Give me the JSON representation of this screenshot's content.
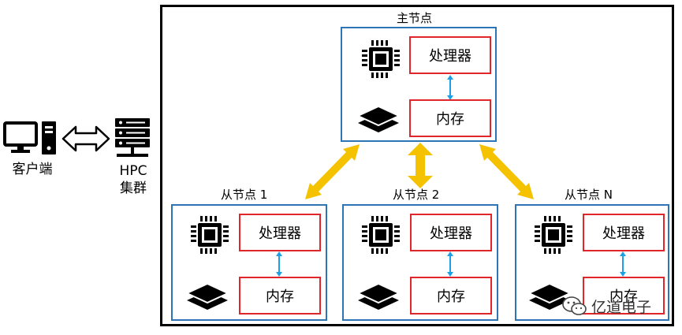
{
  "client": {
    "label": "客户端"
  },
  "hpc": {
    "line1": "HPC",
    "line2": "集群"
  },
  "master": {
    "title": "主节点",
    "processor": "处理器",
    "memory": "内存"
  },
  "slaves": [
    {
      "title": "从节点 1",
      "processor": "处理器",
      "memory": "内存"
    },
    {
      "title": "从节点 2",
      "processor": "处理器",
      "memory": "内存"
    },
    {
      "title": "从节点 N",
      "processor": "处理器",
      "memory": "内存"
    }
  ],
  "watermark": {
    "text": "亿道电子"
  },
  "colors": {
    "node_border": "#2e75b6",
    "component_border": "#e0262b",
    "arrow_fill": "#f5c200",
    "link": "#1ea0e6"
  }
}
